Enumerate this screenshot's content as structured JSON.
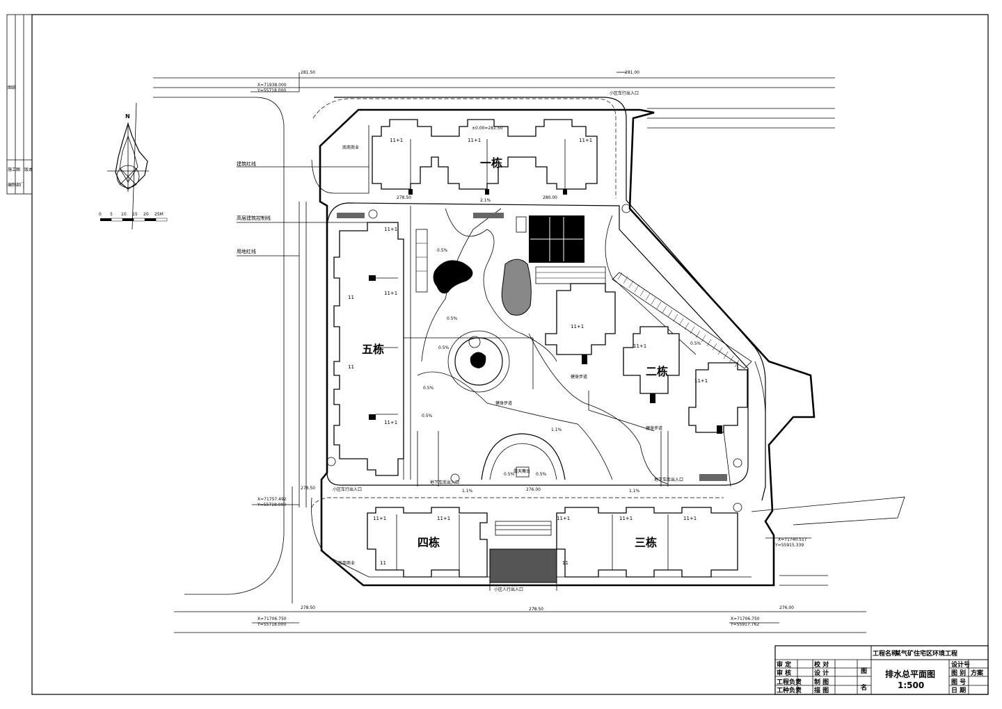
{
  "compass": {
    "north": "N"
  },
  "scale_bar": {
    "ticks": [
      "0",
      "5",
      "10",
      "15",
      "20",
      "25M"
    ]
  },
  "left_strip": {
    "top_label": "图纸",
    "mid_label_1": "施工图",
    "mid_label_2": "版本",
    "bottom_label": "编制部门"
  },
  "annotations": {
    "building_redline": "建筑红线",
    "highrise_control": "高层建筑控制线",
    "land_redline": "用地红线",
    "corner_sw": "底商商业",
    "corner_nw": "底商商业",
    "north_entry": "小区车行出入口",
    "south_entry": "小区人行出入口",
    "west_entry": "小区车行出入口",
    "east_garage": "地下车库出入口",
    "mid_garage": "地下车库出入口",
    "lane_south": "健身步道",
    "lane_mid": "健身步道",
    "lane_east": "健身步道",
    "stage": "露天舞台",
    "elev_zero": "±0.00=281.50"
  },
  "coordinates": {
    "nw": {
      "x": "X=71938.000",
      "y": "Y=55718.000",
      "elev": "281.50"
    },
    "ne_elev": "281.00",
    "w": {
      "x": "X=71757.492",
      "y": "Y=55718.000",
      "elev": "278.50"
    },
    "sw": {
      "x": "X=71706.750",
      "y": "Y=55718.000",
      "elev": "278.50"
    },
    "se": {
      "x": "X=71706.750",
      "y": "Y=55917.762",
      "elev": "276.00"
    },
    "e": {
      "x": "X=71740.517",
      "y": "Y=55915.339"
    },
    "mid_elev_1": "276.00",
    "mid_elev_2": "280.00",
    "mid_elev_3": "278.50",
    "mid_elev_4": "278.50"
  },
  "buildings": {
    "b1": {
      "label": "一栋",
      "floors": [
        "11+1",
        "11+1",
        "11+1"
      ]
    },
    "b2": {
      "label": "二栋",
      "floors": [
        "11+1",
        "11+1"
      ]
    },
    "b3": {
      "label": "三栋",
      "floors": [
        "11+1",
        "11+1",
        "11+1"
      ]
    },
    "b4": {
      "label": "四栋",
      "floors": [
        "11+1",
        "11+1"
      ]
    },
    "b5": {
      "label": "五栋",
      "floors": [
        "11+1",
        "11+1",
        "11+1"
      ]
    },
    "floor_11": "11"
  },
  "slopes": [
    "0.5%",
    "0.5%",
    "0.5%",
    "0.5%",
    "0.5%",
    "0.5%",
    "0.5%",
    "0.5%",
    "1.1%",
    "1.1%",
    "2.1%",
    "1.1%"
  ],
  "title_block": {
    "project_label": "工程名称",
    "project_name": "某气矿住宅区环境工程",
    "rows": [
      [
        "审  定",
        "校  对"
      ],
      [
        "审  核",
        "设  计"
      ],
      [
        "工程负责",
        "制  图"
      ],
      [
        "工种负责",
        "描  图"
      ]
    ],
    "tu_label_1": "图",
    "tu_label_2": "名",
    "drawing_name": "排水总平面图",
    "drawing_scale": "1:500",
    "right_rows": [
      [
        "设计号",
        ""
      ],
      [
        "图  别",
        "方案"
      ],
      [
        "图  号",
        ""
      ],
      [
        "日  期",
        ""
      ]
    ]
  }
}
